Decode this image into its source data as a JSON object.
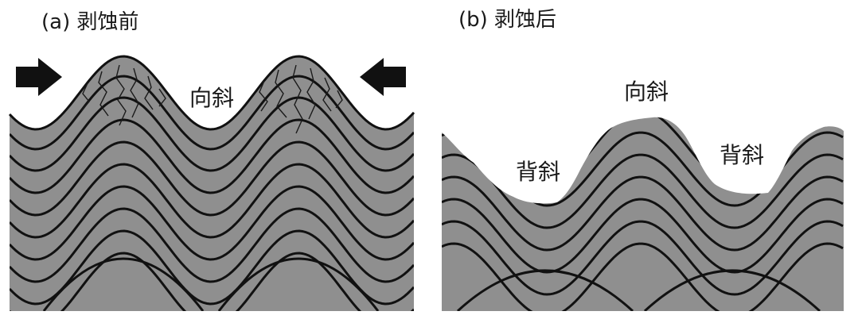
{
  "panels": {
    "before": {
      "title": "(a) 剥蚀前",
      "syncline_label": "向斜"
    },
    "after": {
      "title": "(b) 剥蚀后",
      "anticline_label_left": "背斜",
      "syncline_label": "向斜",
      "anticline_label_right": "背斜"
    }
  },
  "colors": {
    "rock": "#8f8f8f",
    "layer_line": "#111111",
    "arrow": "#111111",
    "crack": "#1a1a1a",
    "background": "#ffffff"
  },
  "icons": {
    "compression_arrow_left": "arrow-right-icon",
    "compression_arrow_right": "arrow-left-icon"
  }
}
